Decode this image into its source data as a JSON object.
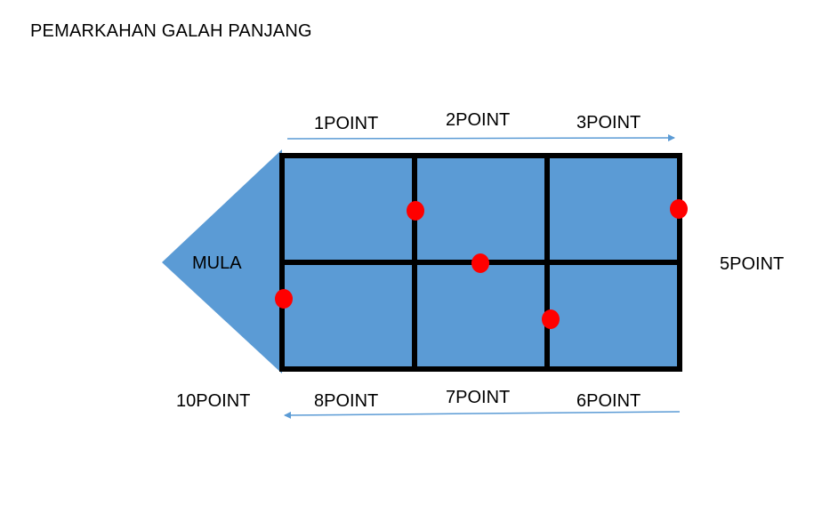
{
  "title": "PEMARKAHAN GALAH PANJANG",
  "start_label": "MULA",
  "colors": {
    "field": "#5b9bd5",
    "grid_line": "#000000",
    "marker": "#ff0000",
    "arrow": "#5b9bd5",
    "text": "#000000"
  },
  "grid": {
    "rows": 2,
    "cols": 3
  },
  "top_labels": [
    "1POINT",
    "2POINT",
    "3POINT"
  ],
  "right_label": "5POINT",
  "bottom_labels": [
    "10POINT",
    "8POINT",
    "7POINT",
    "6POINT"
  ],
  "top_arrow_direction": "right",
  "bottom_arrow_direction": "left",
  "markers": [
    {
      "name": "marker-left-edge",
      "position": "left edge, lower row"
    },
    {
      "name": "marker-col1-line",
      "position": "first vertical line, upper row"
    },
    {
      "name": "marker-center",
      "position": "middle horizontal line, center column"
    },
    {
      "name": "marker-col2-line",
      "position": "second vertical line, lower row"
    },
    {
      "name": "marker-right-edge",
      "position": "right edge, upper row"
    }
  ]
}
